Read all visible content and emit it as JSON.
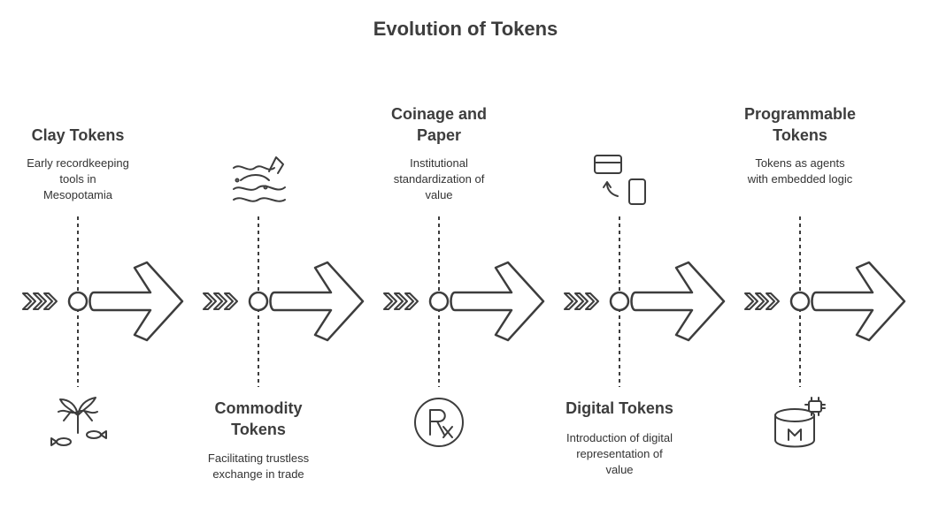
{
  "title": "Evolution of Tokens",
  "stages": [
    {
      "title_lines": [
        "Clay Tokens"
      ],
      "desc_lines": [
        "Early recordkeeping",
        "tools in",
        "Mesopotamia"
      ],
      "position": "top",
      "icon": "plant-fish-icon"
    },
    {
      "title_lines": [
        "Commodity",
        "Tokens"
      ],
      "desc_lines": [
        "Facilitating trustless",
        "exchange in trade"
      ],
      "position": "bottom",
      "icon": "waves-icon"
    },
    {
      "title_lines": [
        "Coinage and",
        "Paper"
      ],
      "desc_lines": [
        "Institutional",
        "standardization of",
        "value"
      ],
      "position": "top",
      "icon": "prescription-icon"
    },
    {
      "title_lines": [
        "Digital Tokens"
      ],
      "desc_lines": [
        "Introduction of digital",
        "representation of",
        "value"
      ],
      "position": "bottom",
      "icon": "card-phone-icon"
    },
    {
      "title_lines": [
        "Programmable",
        "Tokens"
      ],
      "desc_lines": [
        "Tokens as agents",
        "with embedded logic"
      ],
      "position": "top",
      "icon": "database-chip-icon"
    }
  ],
  "colors": {
    "stroke": "#3d3d3d",
    "text": "#333333",
    "background": "#ffffff"
  }
}
